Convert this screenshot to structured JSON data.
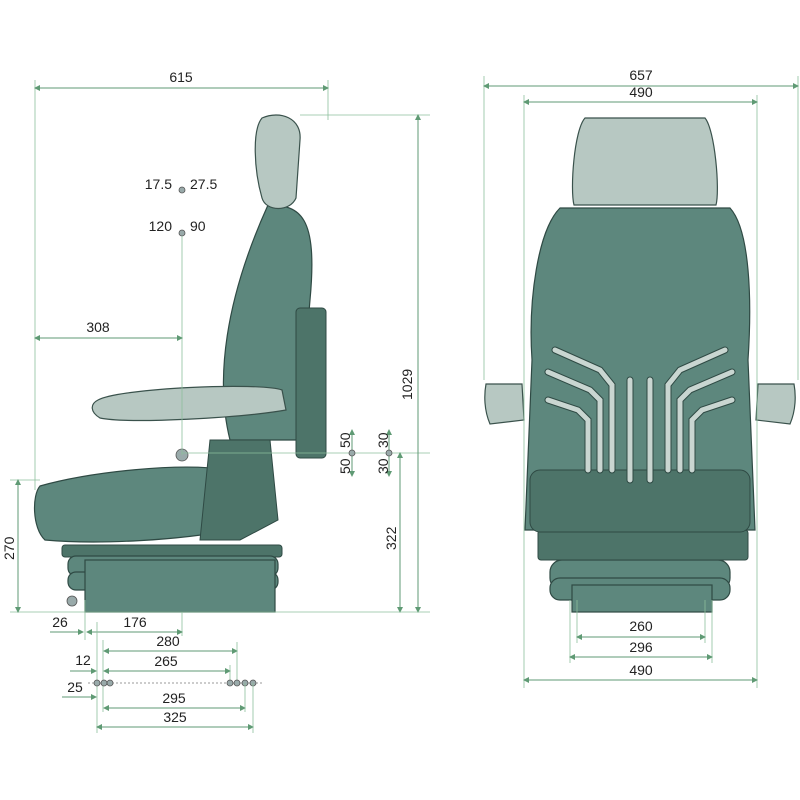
{
  "title": "Seat dimension drawing",
  "side_view": {
    "overall_depth": "615",
    "backrest_adj_a": "17.5",
    "backrest_adj_b": "27.5",
    "backrest_tilt_a": "120",
    "backrest_tilt_b": "90",
    "armrest_depth": "308",
    "height_up": "50",
    "height_down": "50",
    "fore_aft_up": "30",
    "fore_aft_down": "30",
    "overall_height": "1029",
    "seat_point_height": "322",
    "seat_front_height": "270",
    "offset_26": "26",
    "offset_176": "176",
    "mount_280": "280",
    "mount_12": "12",
    "mount_265": "265",
    "mount_25": "25",
    "mount_295": "295",
    "mount_325": "325"
  },
  "front_view": {
    "overall_width": "657",
    "backrest_width": "490",
    "base_260": "260",
    "base_296": "296",
    "base_490": "490"
  },
  "colors": {
    "seat": "#5d877d",
    "headrest": "#b7c8c2",
    "dimension": "#5f9a74"
  }
}
